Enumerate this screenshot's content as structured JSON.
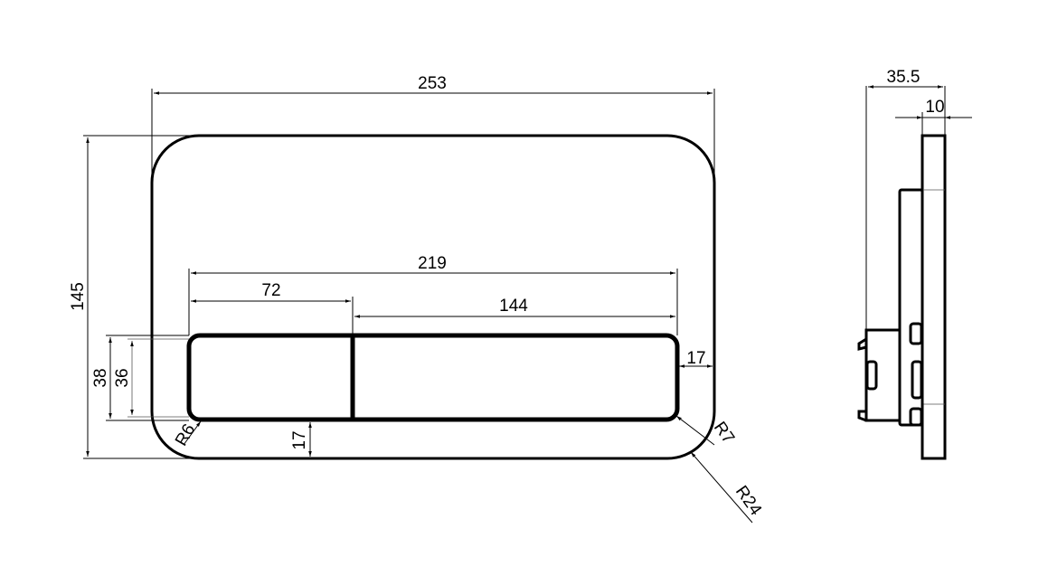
{
  "drawing": {
    "front_view": {
      "overall_width": "253",
      "overall_height": "145",
      "button_area_width": "219",
      "left_button_width": "72",
      "right_button_width": "144",
      "button_outer_height": "38",
      "button_inner_height": "36",
      "side_margin": "17",
      "bottom_margin": "17",
      "button_corner_radius": "R6",
      "button_outer_radius": "R7",
      "plate_corner_radius": "R24"
    },
    "side_view": {
      "total_depth": "35.5",
      "plate_thickness": "10"
    }
  }
}
